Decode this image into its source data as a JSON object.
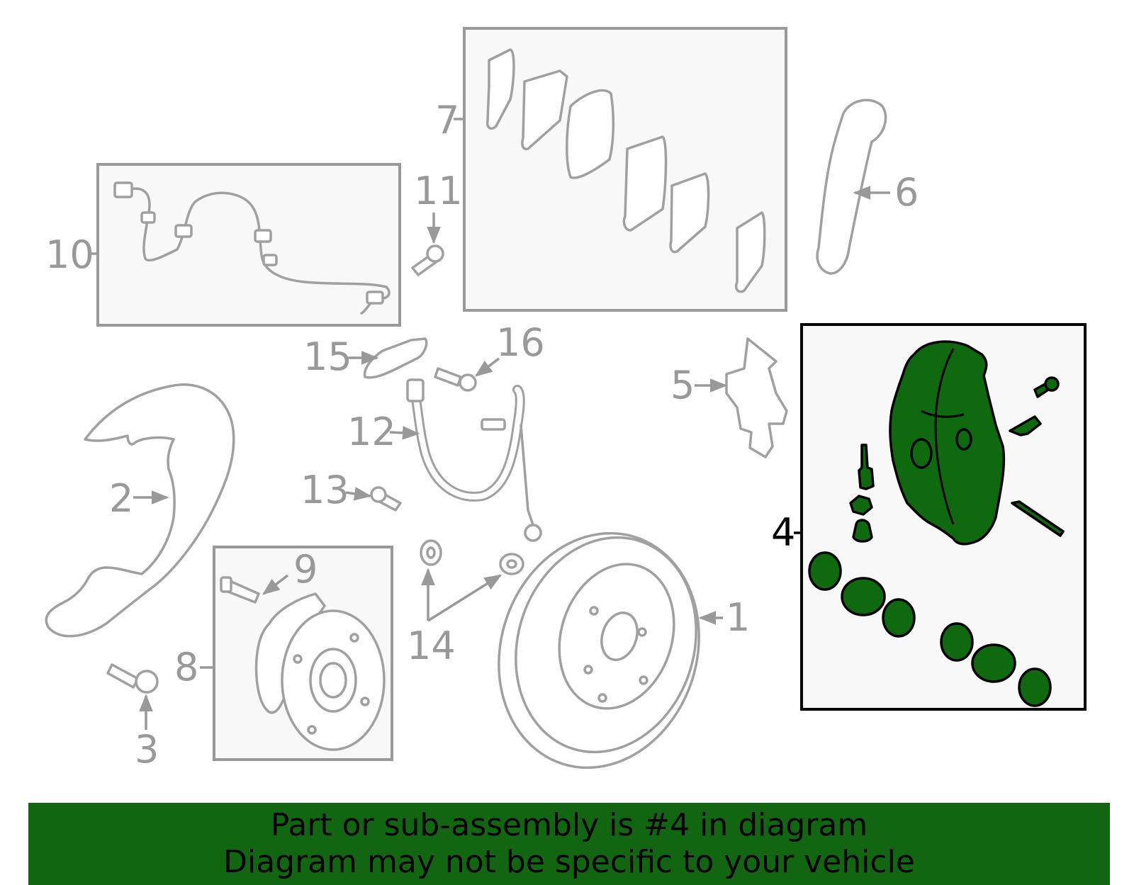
{
  "labels": {
    "p1": "1",
    "p2": "2",
    "p3": "3",
    "p4": "4",
    "p5": "5",
    "p6": "6",
    "p7": "7",
    "p8": "8",
    "p9": "9",
    "p10": "10",
    "p11": "11",
    "p12": "12",
    "p13": "13",
    "p14": "14",
    "p15": "15",
    "p16": "16"
  },
  "highlighted_part": "4",
  "colors": {
    "highlight": "#0f6a0f",
    "banner": "#126612",
    "part_line": "#a0a0a0"
  },
  "banner": {
    "line1": "Part or sub-assembly is #4 in diagram",
    "line2": "Diagram may not be specific to your vehicle"
  }
}
